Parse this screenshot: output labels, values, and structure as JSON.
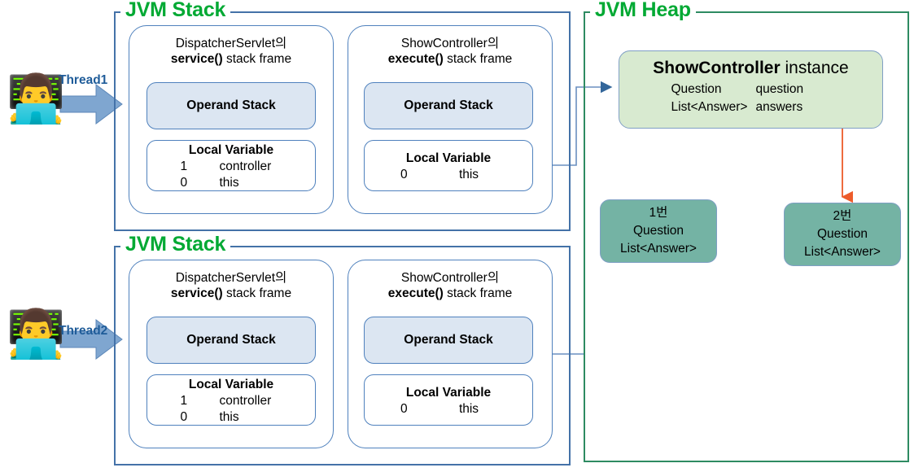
{
  "diagram": {
    "title": "JVM Stack and Heap memory layout for two threads",
    "colors": {
      "group_stack_border": "#4472a8",
      "group_heap_border": "#2e8b62",
      "group_title_green": "#00a933",
      "frame_border": "#4f81bd",
      "operand_fill": "#dce6f2",
      "heap_instance_fill": "#d8ead0",
      "question_fill": "#74b3a4",
      "thread_arrow_fill": "#7fa6d0",
      "thread_label_blue": "#1f5c99",
      "reference_arrow_blue": "#33669a",
      "answers_arrow_orange": "#ed5b2a"
    }
  },
  "threads": [
    {
      "emoji": "👨‍💻",
      "icon_name": "man-technologist-emoji",
      "label": "Thread1"
    },
    {
      "emoji": "👨‍💻",
      "icon_name": "man-technologist-emoji",
      "label": "Thread2"
    }
  ],
  "stacks": [
    {
      "title": "JVM Stack",
      "frames": [
        {
          "title_line1": "DispatcherServlet의",
          "title_line2_bold": "service()",
          "title_line2_rest": " stack frame",
          "operand": {
            "label": "Operand Stack"
          },
          "local": {
            "title": "Local Variable",
            "rows": [
              {
                "slot": "1",
                "name": "controller"
              },
              {
                "slot": "0",
                "name": "this"
              }
            ]
          }
        },
        {
          "title_line1": "ShowController의",
          "title_line2_bold": "execute()",
          "title_line2_rest": " stack frame",
          "operand": {
            "label": "Operand Stack"
          },
          "local": {
            "title": "Local Variable",
            "rows": [
              {
                "slot": "0",
                "name": "this"
              }
            ]
          }
        }
      ]
    },
    {
      "title": "JVM Stack",
      "frames": [
        {
          "title_line1": "DispatcherServlet의",
          "title_line2_bold": "service()",
          "title_line2_rest": " stack frame",
          "operand": {
            "label": "Operand Stack"
          },
          "local": {
            "title": "Local Variable",
            "rows": [
              {
                "slot": "1",
                "name": "controller"
              },
              {
                "slot": "0",
                "name": "this"
              }
            ]
          }
        },
        {
          "title_line1": "ShowController의",
          "title_line2_bold": "execute()",
          "title_line2_rest": " stack frame",
          "operand": {
            "label": "Operand Stack"
          },
          "local": {
            "title": "Local Variable",
            "rows": [
              {
                "slot": "0",
                "name": "this"
              }
            ]
          }
        }
      ]
    }
  ],
  "heap": {
    "title": "JVM Heap",
    "instance": {
      "title_bold": "ShowController",
      "title_rest": " instance",
      "fields": [
        {
          "type": "Question",
          "name": "question"
        },
        {
          "type": "List<Answer>",
          "name": "answers"
        }
      ]
    },
    "objects": [
      {
        "line1": "1번",
        "line2": "Question",
        "line3": "List<Answer>"
      },
      {
        "line1": "2번",
        "line2": "Question",
        "line3": "List<Answer>"
      }
    ]
  }
}
